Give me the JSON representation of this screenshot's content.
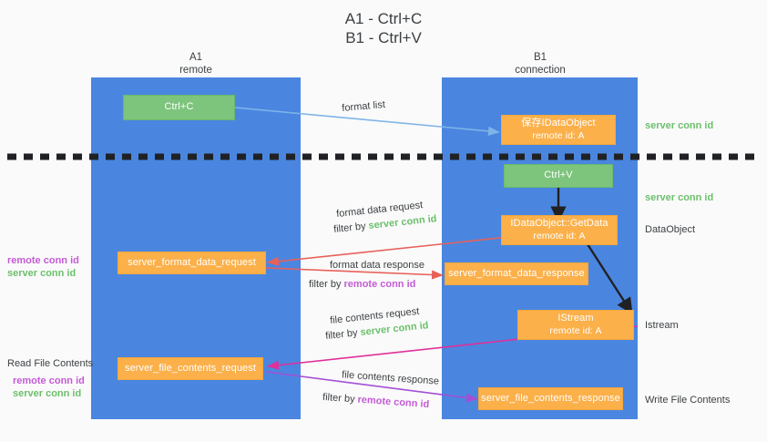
{
  "title": {
    "line1": "A1 - Ctrl+C",
    "line2": "B1 - Ctrl+V"
  },
  "columns": [
    {
      "name": "A1",
      "subtitle": "remote"
    },
    {
      "name": "B1",
      "subtitle": "connection"
    }
  ],
  "colors": {
    "lane": "#4a86e0",
    "green_box": "#7dc47d",
    "orange_box": "#fbb04a",
    "server_conn_id": "#6cc06c",
    "remote_conn_id": "#c45bd6",
    "arrow_blue": "#7fb4e8",
    "arrow_red": "#e8605a",
    "arrow_magenta": "#e0309a",
    "arrow_purple": "#a34fd6",
    "arrow_black": "#202124",
    "divider": "#202124",
    "background": "#fafafa"
  },
  "boxes": {
    "ctrl_c": {
      "label": "Ctrl+C"
    },
    "save_dataobject": {
      "line1": "保存IDataObject",
      "line2": "remote id: A"
    },
    "ctrl_v": {
      "label": "Ctrl+V"
    },
    "getdata": {
      "line1": "IDataObject::GetData",
      "line2": "remote id: A"
    },
    "istream": {
      "line1": "IStream",
      "line2": "remote id: A"
    },
    "server_format_data_request": {
      "label": "server_format_data_request"
    },
    "server_format_data_response": {
      "label": "server_format_data_response"
    },
    "server_file_contents_request": {
      "label": "server_file_contents_request"
    },
    "server_file_contents_response": {
      "label": "server_file_contents_response"
    }
  },
  "right_labels": [
    {
      "text": "server conn id",
      "style": "green"
    },
    {
      "text": "server conn id",
      "style": "green"
    },
    {
      "text": "DataObject",
      "style": "dark"
    },
    {
      "text": "Istream",
      "style": "dark"
    },
    {
      "text": "Write File Contents",
      "style": "dark"
    }
  ],
  "left_labels": {
    "format_remote": "remote conn id",
    "format_server": "server conn id",
    "read_file_contents": "Read File Contents",
    "file_remote": "remote conn id",
    "file_server": "server conn id"
  },
  "edges": {
    "format_list": "format list",
    "format_data_request": "format data request",
    "format_data_request_filter_prefix": "filter by ",
    "format_data_request_filter_key": "server conn id",
    "format_data_response": "format data response",
    "format_data_response_filter_prefix": "filter by ",
    "format_data_response_filter_key": "remote conn id",
    "file_contents_request": "file contents request",
    "file_contents_request_filter_prefix": "filter by ",
    "file_contents_request_filter_key": "server conn id",
    "file_contents_response": "file contents response",
    "file_contents_response_filter_prefix": "filter by ",
    "file_contents_response_filter_key": "remote conn id"
  }
}
